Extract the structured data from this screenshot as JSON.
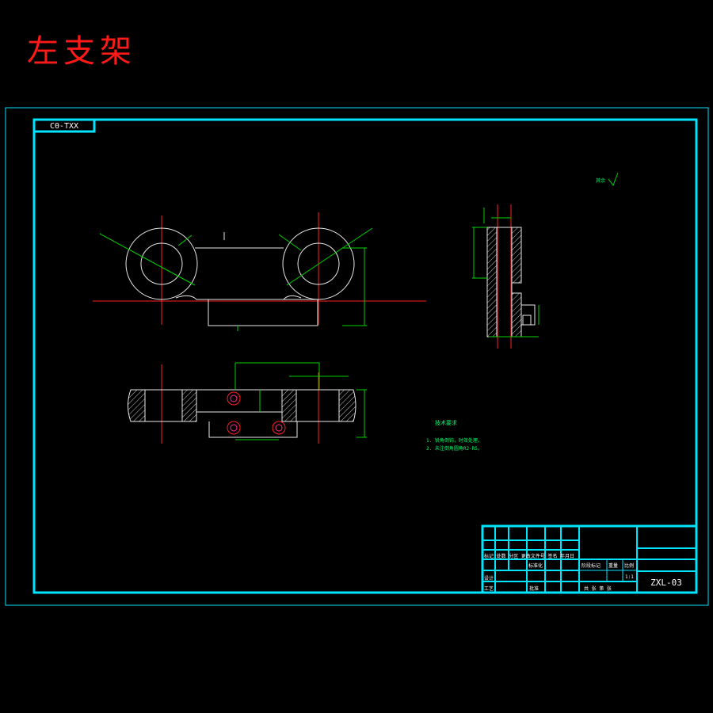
{
  "title": "左支架",
  "corner_label": "С0-ТХХ",
  "roughness_note": "其余",
  "tech_requirements": {
    "heading": "技术要求",
    "items": [
      "1. 锐角倒钝，时效处理。",
      "2. 未注倒角圆角R2-R5。"
    ]
  },
  "title_block": {
    "drawing_number": "ZXL-03",
    "stage_label": "阶段标记",
    "weight_label": "重量",
    "scale_label": "比例",
    "scale_value": "1:1",
    "sheet_label": "共 张 第 张",
    "design_label": "设计",
    "process_label": "工艺",
    "approve_label": "批准",
    "mark_labels": "标记 处数 分区 更改文件号 签名 年月日",
    "standard_label": "标准化"
  },
  "colors": {
    "frame": "#00e5ff",
    "title": "#ff1a1a",
    "dimension": "#00d400",
    "centerline": "#ff2020",
    "outline": "#e8e8e8"
  }
}
